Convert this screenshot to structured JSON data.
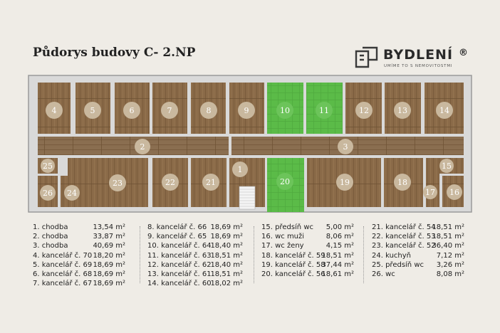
{
  "header": {
    "title": "Půdorys budovy C- 2.NP"
  },
  "logo": {
    "name": "BYDLENÍ",
    "registered": "®",
    "tagline": "UMÍME TO S NEMOVITOSTMI",
    "icon": "bydleni-logo-icon"
  },
  "colors": {
    "floor_wood": "#8b6a47",
    "floor_highlight": "#56b848",
    "badge": "#c9b89e",
    "wall": "#dcdcdc",
    "background": "#efece6"
  },
  "rooms": [
    {
      "n": "1",
      "name": "chodba",
      "area": "13,54 m²"
    },
    {
      "n": "2",
      "name": "chodba",
      "area": "33,87 m²"
    },
    {
      "n": "3",
      "name": "chodba",
      "area": "40,69 m²"
    },
    {
      "n": "4",
      "name": "kancelář č. 70",
      "area": "18,20 m²"
    },
    {
      "n": "5",
      "name": "kancelář č. 69",
      "area": "18,69 m²"
    },
    {
      "n": "6",
      "name": "kancelář č. 68",
      "area": "18,69 m²"
    },
    {
      "n": "7",
      "name": "kancelář č. 67",
      "area": "18,69 m²"
    },
    {
      "n": "8",
      "name": "kancelář č. 66",
      "area": "18,69 m²"
    },
    {
      "n": "9",
      "name": "kancelář č. 65",
      "area": "18,69 m²"
    },
    {
      "n": "10",
      "name": "kancelář č. 64",
      "area": "18,40 m²"
    },
    {
      "n": "11",
      "name": "kancelář č. 63",
      "area": "18,51 m²"
    },
    {
      "n": "12",
      "name": "kancelář č. 62",
      "area": "18,40 m²"
    },
    {
      "n": "13",
      "name": "kancelář č. 61",
      "area": "18,51 m²"
    },
    {
      "n": "14",
      "name": "kancelář č. 60",
      "area": "18,02 m²"
    },
    {
      "n": "15",
      "name": "předsíň wc",
      "area": "5,00 m²"
    },
    {
      "n": "16",
      "name": "wc muži",
      "area": "8,06 m²"
    },
    {
      "n": "17",
      "name": "wc ženy",
      "area": "4,15 m²"
    },
    {
      "n": "18",
      "name": "kancelář č. 59",
      "area": "18,51 m²"
    },
    {
      "n": "19",
      "name": "kancelář č. 58",
      "area": "37,44 m²"
    },
    {
      "n": "20",
      "name": "kancelář č. 56",
      "area": "18,61 m²"
    },
    {
      "n": "21",
      "name": "kancelář č. 54",
      "area": "18,51 m²"
    },
    {
      "n": "22",
      "name": "kancelář č. 53",
      "area": "18,51 m²"
    },
    {
      "n": "23",
      "name": "kancelář č. 52",
      "area": "36,40 m²"
    },
    {
      "n": "24",
      "name": "kuchyň",
      "area": "7,12 m²"
    },
    {
      "n": "25",
      "name": "předsíň wc",
      "area": "3,26 m²"
    },
    {
      "n": "26",
      "name": "wc",
      "area": "8,08 m²"
    }
  ],
  "highlighted_rooms": [
    "10",
    "11",
    "20"
  ]
}
